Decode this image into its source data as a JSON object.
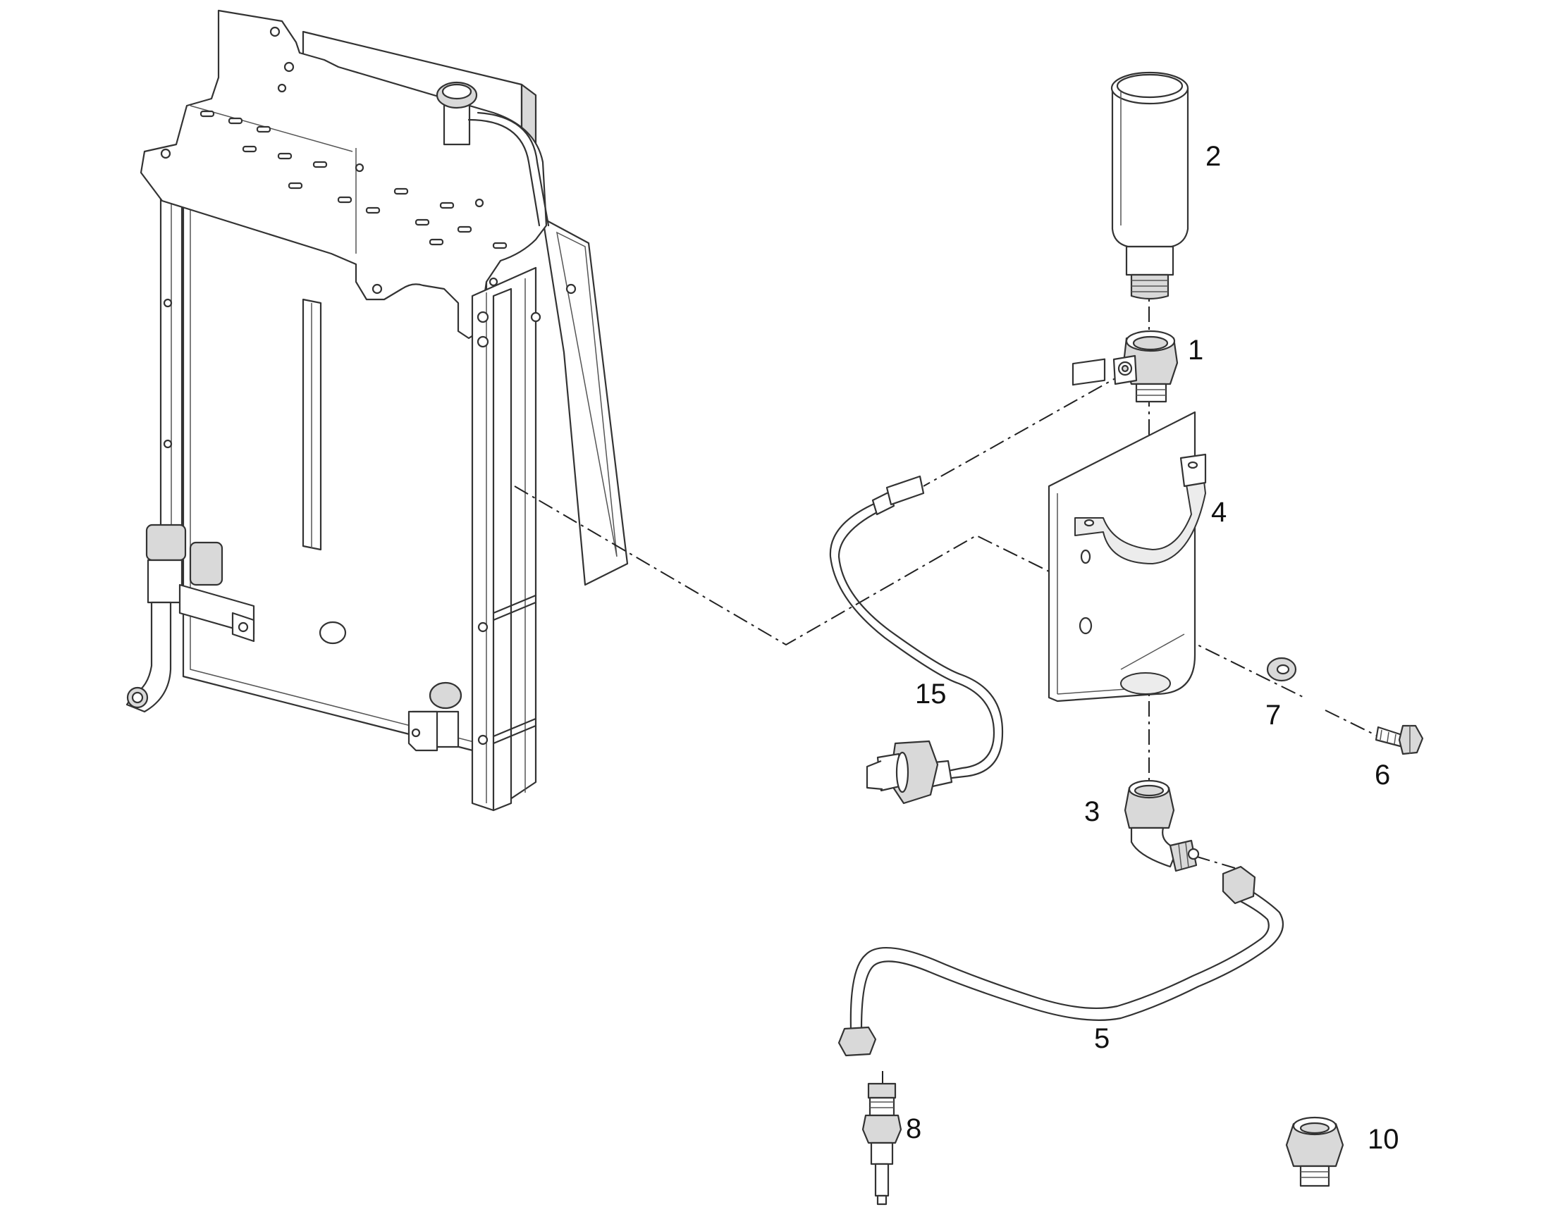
{
  "callouts": {
    "c1": "1",
    "c2": "2",
    "c3": "3",
    "c4": "4",
    "c5": "5",
    "c6": "6",
    "c7": "7",
    "c8": "8",
    "c10": "10",
    "c15": "15"
  },
  "colors": {
    "line": "#333333",
    "shade": "#d9d9d9",
    "background": "#ffffff"
  }
}
